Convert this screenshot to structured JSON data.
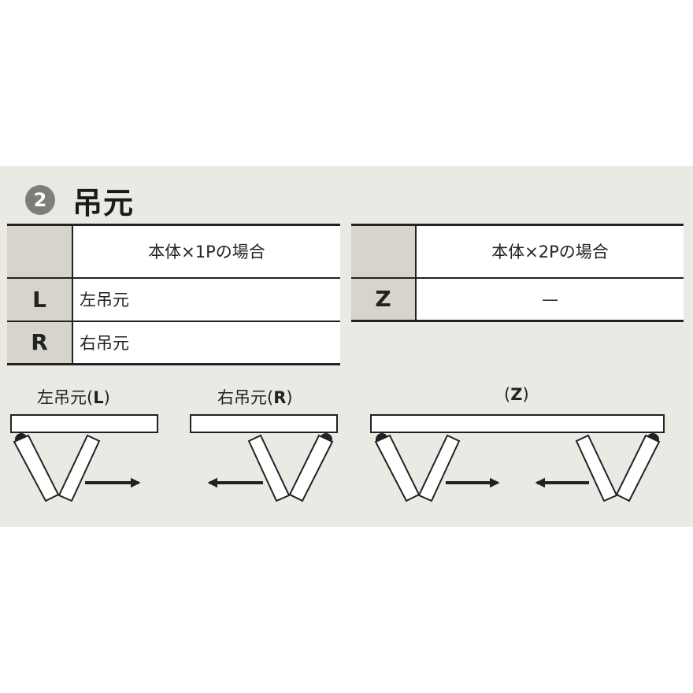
{
  "section": {
    "number": "2",
    "title": "吊元"
  },
  "table_1p": {
    "header": "本体×1Pの場合",
    "rows": [
      {
        "code": "L",
        "value": "左吊元"
      },
      {
        "code": "R",
        "value": "右吊元"
      }
    ]
  },
  "table_2p": {
    "header": "本体×2Pの場合",
    "rows": [
      {
        "code": "Z",
        "value": "—"
      }
    ]
  },
  "diagrams": {
    "left": {
      "prefix": "左吊元(",
      "code": "L",
      "suffix": ")"
    },
    "right": {
      "prefix": "右吊元(",
      "code": "R",
      "suffix": ")"
    },
    "z": {
      "prefix": "(",
      "code": "Z",
      "suffix": ")"
    }
  },
  "colors": {
    "panel_bg": "#ebe9e3",
    "code_cell_bg": "#d6d4cb",
    "number_circle": "#7f7d77",
    "line": "#222222"
  }
}
